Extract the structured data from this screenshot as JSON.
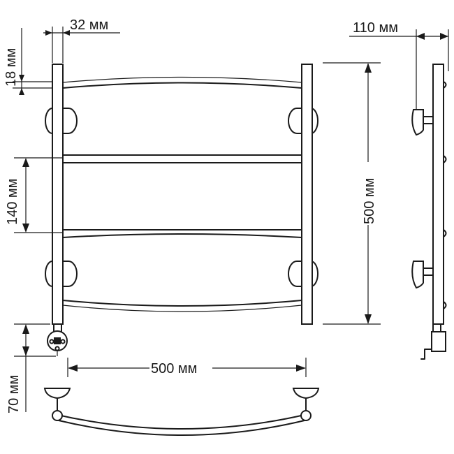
{
  "dimensions": {
    "pipe_diameter": "32 мм",
    "mount_distance": "110 мм",
    "top_offset": "18 мм",
    "rung_spacing": "140 мм",
    "total_height": "500 мм",
    "connector_length": "70 мм",
    "total_width": "500 мм"
  }
}
